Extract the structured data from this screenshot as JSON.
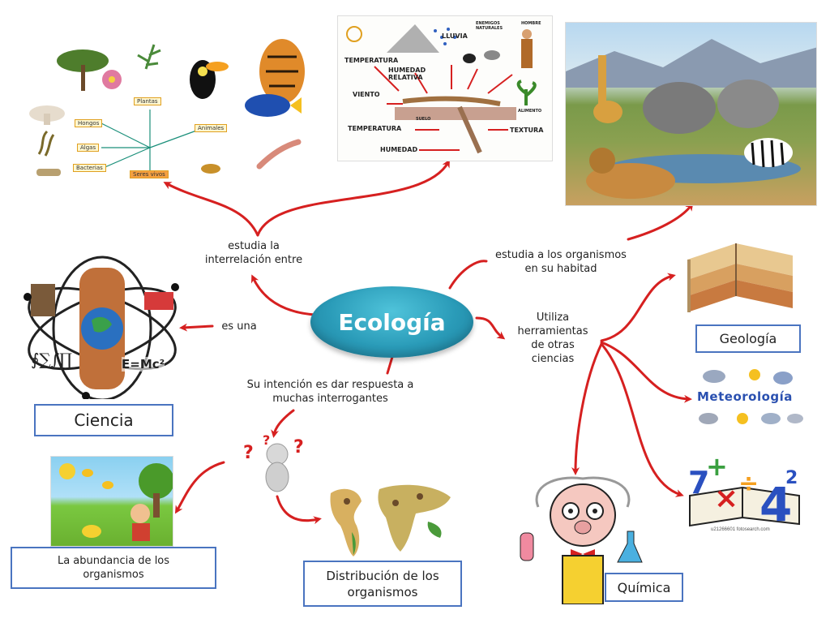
{
  "center": {
    "label": "Ecología"
  },
  "relations": {
    "interrelation_line1": "estudia la",
    "interrelation_line2": "interrelación entre",
    "habitat_line1": "estudia a los organismos",
    "habitat_line2": "en su habitad",
    "es_una": "es una",
    "tools_line1": "Utiliza",
    "tools_line2": "herramientas",
    "tools_line3": "de otras",
    "tools_line4": "ciencias",
    "intent_line1": "Su intención es dar respuesta a",
    "intent_line2": "muchas interrogantes"
  },
  "boxes": {
    "ciencia": "Ciencia",
    "geologia": "Geología",
    "quimica": "Química",
    "abundancia_line1": "La abundancia de los",
    "abundancia_line2": "organismos",
    "distribucion_line1": "Distribución de los",
    "distribucion_line2": "organismos"
  },
  "seres_vivos_diagram": {
    "plantas": "Plantas",
    "hongos": "Hongos",
    "algas": "Algas",
    "bacterias": "Bacterias",
    "animales": "Animales",
    "seres_vivos": "Seres vivos"
  },
  "climate_diagram": {
    "temperatura_top": "TEMPERATURA",
    "lluvia": "LLUVIA",
    "enemigos": "ENEMIGOS NATURALES",
    "hombre": "HOMBRE",
    "humedad_relativa": "HUMEDAD RELATIVA",
    "viento": "VIENTO",
    "suelo": "SUELO",
    "alimento": "ALIMENTO",
    "temperatura_bottom": "TEMPERATURA",
    "textura": "TEXTURA",
    "humedad": "HUMEDAD"
  },
  "meteorologia_word": "Meteorología",
  "science_formula": "E=Mc²",
  "books_watermark": "u21266601 fotosearch.com",
  "colors": {
    "arrow": "#d62020",
    "box_border": "#4a74c0",
    "center_fill": "#2a9bb8"
  }
}
